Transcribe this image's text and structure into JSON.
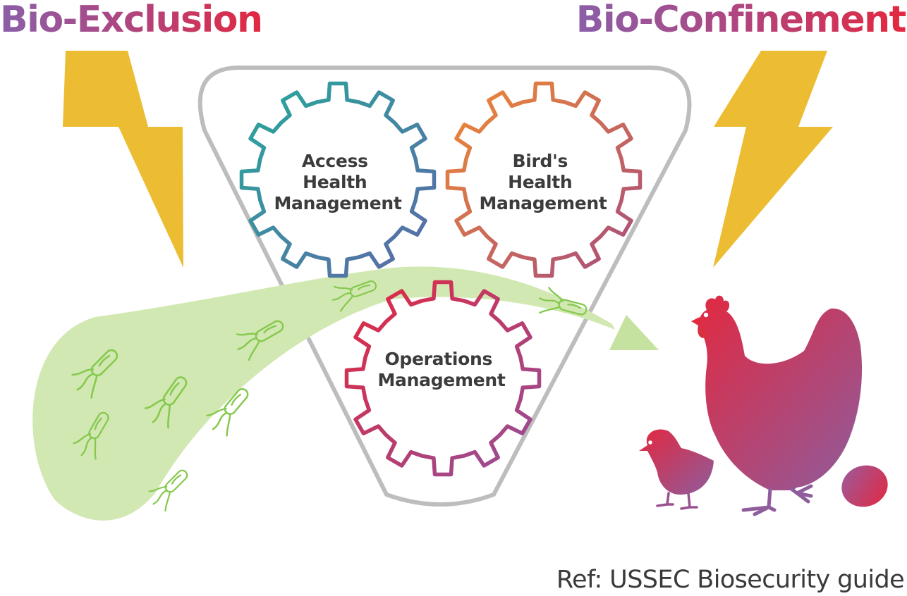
{
  "headings": {
    "left": "Bio-Exclusion",
    "right": "Bio-Confinement"
  },
  "gears": {
    "access": {
      "lines": [
        "Access",
        "Health",
        "Management"
      ]
    },
    "birds": {
      "lines": [
        "Bird's",
        "Health",
        "Management"
      ]
    },
    "operations": {
      "lines": [
        "Operations",
        "Management"
      ]
    }
  },
  "reference": "Ref: USSEC Biosecurity guide",
  "icons": [
    "lightning-bolt-icon",
    "gear-icon",
    "bacteria-icon",
    "chicken-icon",
    "chick-icon",
    "egg-icon"
  ],
  "colors": {
    "bolt": "#ecbd33",
    "pathogen_cloud": "#cfe6ad",
    "bacteria_stroke": "#86c94e",
    "container_outline": "#bdbdbd",
    "access_gear": [
      "#2aa59c",
      "#5671a8"
    ],
    "birds_gear": [
      "#ec8a3a",
      "#b14b73"
    ],
    "operations_gear": [
      "#e3283f",
      "#9a4f8e"
    ],
    "poultry": [
      "#e3283f",
      "#9a5b93"
    ],
    "heading_gradient": [
      "#8a5fa8",
      "#e3283f"
    ]
  }
}
